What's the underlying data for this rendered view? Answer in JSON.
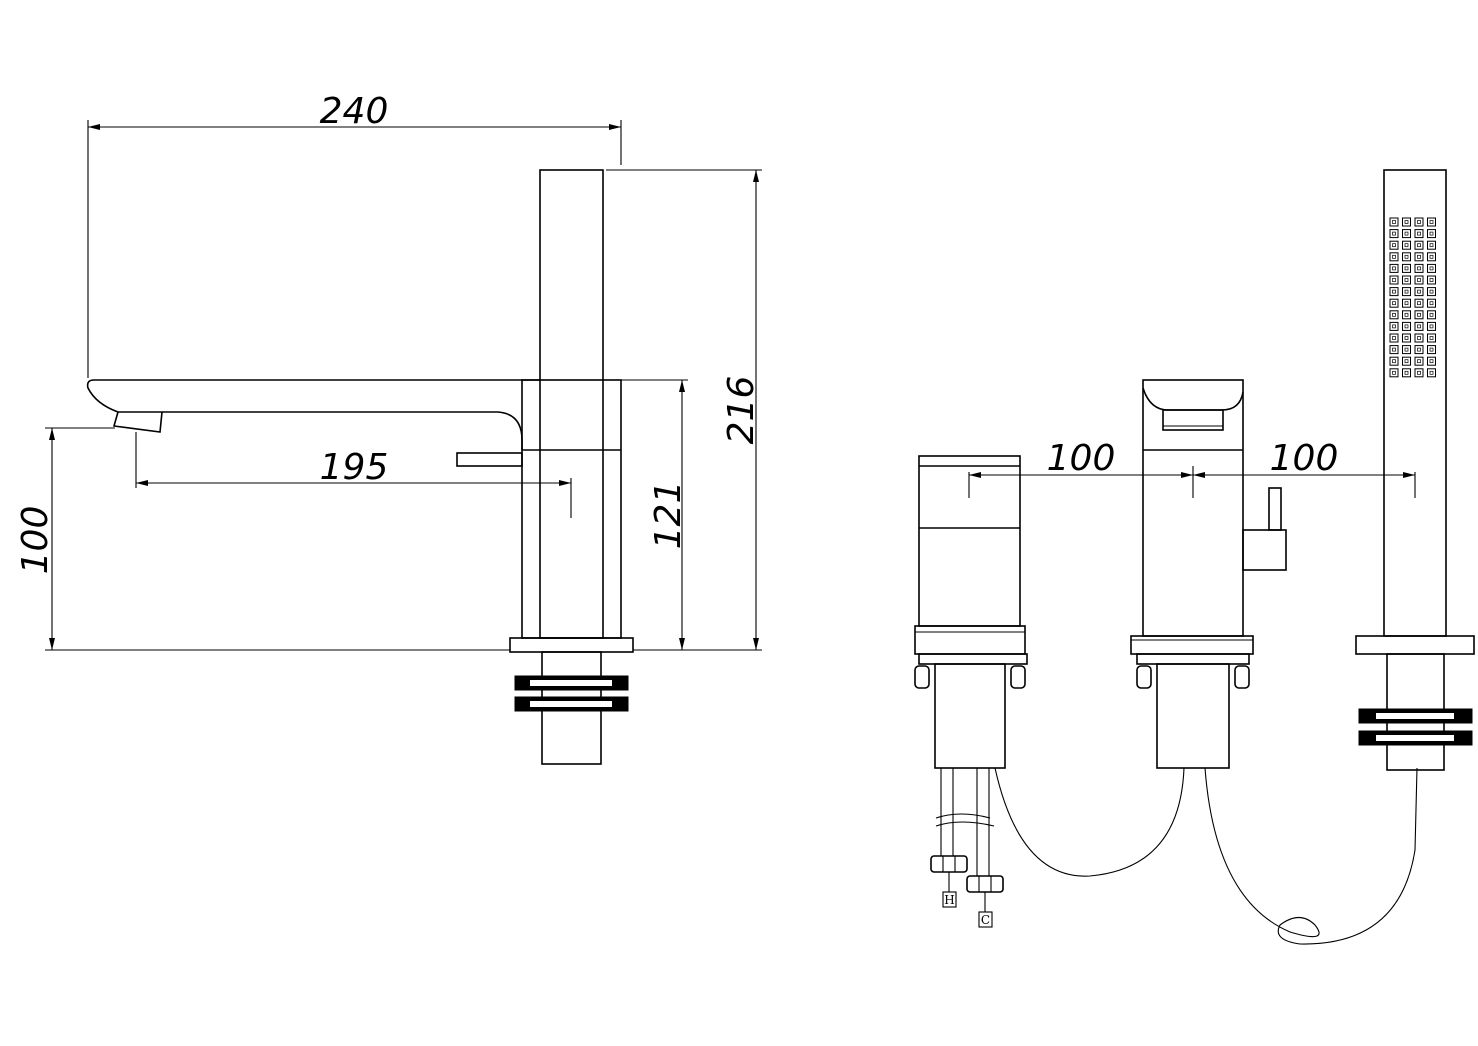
{
  "dimensions": {
    "spout_length": "240",
    "spout_reach": "195",
    "spout_height": "100",
    "lever_height": "121",
    "total_height": "216",
    "spacing_left": "100",
    "spacing_right": "100"
  },
  "pipe_labels": {
    "hot": "H",
    "cold": "C"
  }
}
